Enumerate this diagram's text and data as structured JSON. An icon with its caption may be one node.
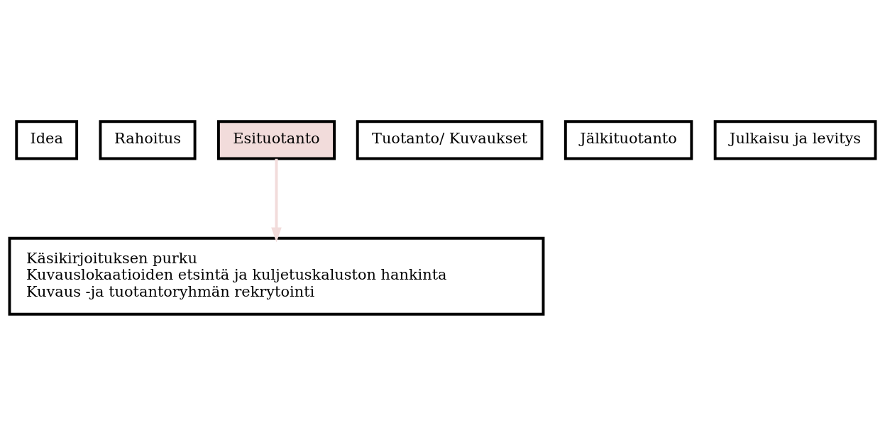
{
  "diagram": {
    "nodes": [
      {
        "text": [
          "Idea"
        ]
      },
      {
        "text": [
          "Rahoitus"
        ]
      },
      {
        "text": [
          "Esituotanto"
        ]
      },
      {
        "text": [
          "Tuotanto/ Kuvaukset"
        ]
      },
      {
        "text": [
          "Jälkituotanto"
        ]
      },
      {
        "text": [
          "Julkaisu ja levitys"
        ]
      },
      {
        "text": [
          "Käsikirjoituksen purku",
          "Kuvauslokaatioiden etsintä ja kuljetuskaluston hankinta",
          "Kuvaus -ja tuotantoryhmän rekrytointi"
        ]
      }
    ],
    "edges": [
      {
        "from": 2,
        "to": 6,
        "arrow": "to",
        "color": "#f2dcdb"
      }
    ]
  }
}
